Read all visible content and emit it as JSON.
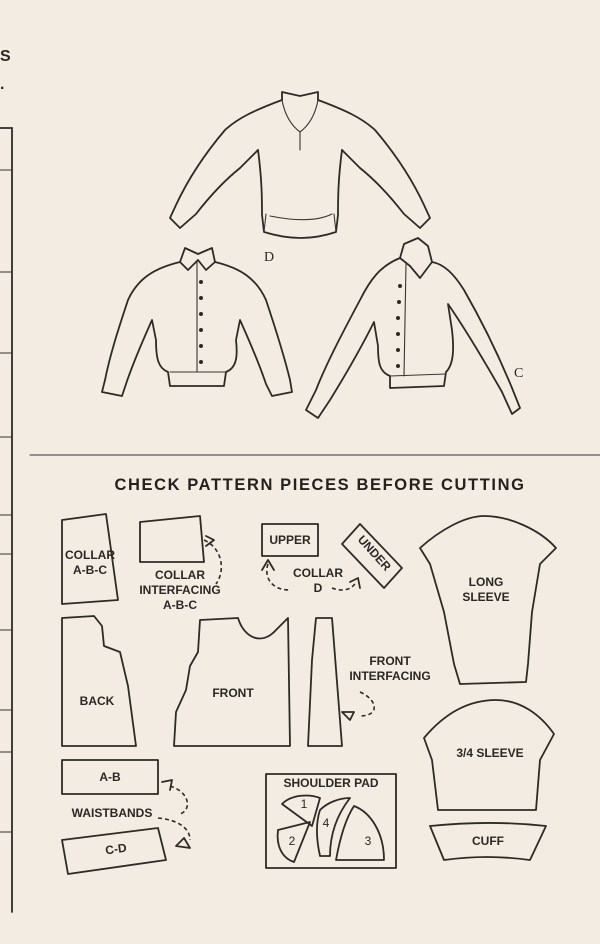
{
  "margin_text": {
    "top_letter": "S",
    "second_line": "."
  },
  "heading": "CHECK PATTERN PIECES BEFORE CUTTING",
  "view_labels": {
    "d": "D",
    "c": "C"
  },
  "pieces": {
    "collar_abc": "COLLAR\nA-B-C",
    "collar_interfacing": "COLLAR\nINTERFACING\nA-B-C",
    "upper": "UPPER",
    "under": "UNDER",
    "collar_d": "COLLAR\nD",
    "long_sleeve": "LONG\nSLEEVE",
    "back": "BACK",
    "front": "FRONT",
    "front_interfacing": "FRONT\nINTERFACING",
    "three_quarter_sleeve": "3/4 SLEEVE",
    "ab": "A-B",
    "waistbands": "WAISTBANDS",
    "cd": "C-D",
    "shoulder_pad": "SHOULDER PAD",
    "pad_1": "1",
    "pad_2": "2",
    "pad_3": "3",
    "pad_4": "4",
    "cuff": "CUFF"
  }
}
